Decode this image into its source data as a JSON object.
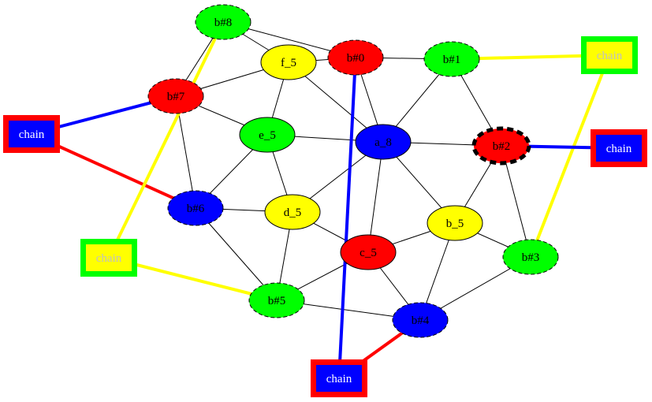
{
  "colors": {
    "green": "#00ff00",
    "red": "#ff0000",
    "yellow": "#ffff00",
    "blue": "#0000ff",
    "black": "#000000",
    "white": "#ffffff",
    "chain_text_on_yellow": "#c0c0c0"
  },
  "nodes": [
    {
      "id": "b8",
      "label": "b#8",
      "fill": "green",
      "border": "dashed"
    },
    {
      "id": "b0",
      "label": "b#0",
      "fill": "red",
      "border": "dashed"
    },
    {
      "id": "f5",
      "label": "f_5",
      "fill": "yellow",
      "border": "solid"
    },
    {
      "id": "b1",
      "label": "b#1",
      "fill": "green",
      "border": "dashed"
    },
    {
      "id": "b7",
      "label": "b#7",
      "fill": "red",
      "border": "dashed"
    },
    {
      "id": "e5",
      "label": "e_5",
      "fill": "green",
      "border": "solid"
    },
    {
      "id": "a8",
      "label": "a_8",
      "fill": "blue",
      "border": "solid"
    },
    {
      "id": "b2",
      "label": "b#2",
      "fill": "red",
      "border": "bold-dashed"
    },
    {
      "id": "b6",
      "label": "b#6",
      "fill": "blue",
      "border": "dashed"
    },
    {
      "id": "d5",
      "label": "d_5",
      "fill": "yellow",
      "border": "solid"
    },
    {
      "id": "b5n",
      "label": "b_5",
      "fill": "yellow",
      "border": "solid"
    },
    {
      "id": "c5",
      "label": "c_5",
      "fill": "red",
      "border": "solid"
    },
    {
      "id": "b3",
      "label": "b#3",
      "fill": "green",
      "border": "dashed"
    },
    {
      "id": "b5",
      "label": "b#5",
      "fill": "green",
      "border": "dashed"
    },
    {
      "id": "b4",
      "label": "b#4",
      "fill": "blue",
      "border": "dashed"
    }
  ],
  "chains": [
    {
      "id": "chain_top_right",
      "label": "chain",
      "outer": "green",
      "inner": "yellow",
      "text": "chain_text_on_yellow"
    },
    {
      "id": "chain_left",
      "label": "chain",
      "outer": "red",
      "inner": "blue",
      "text": "white"
    },
    {
      "id": "chain_right",
      "label": "chain",
      "outer": "red",
      "inner": "blue",
      "text": "white"
    },
    {
      "id": "chain_mid_left",
      "label": "chain",
      "outer": "green",
      "inner": "yellow",
      "text": "chain_text_on_yellow"
    },
    {
      "id": "chain_bottom",
      "label": "chain",
      "outer": "red",
      "inner": "blue",
      "text": "white"
    }
  ],
  "edges": [
    [
      "b8",
      "f5"
    ],
    [
      "b8",
      "b0"
    ],
    [
      "b8",
      "b7"
    ],
    [
      "f5",
      "b0"
    ],
    [
      "f5",
      "b7"
    ],
    [
      "f5",
      "e5"
    ],
    [
      "f5",
      "a8"
    ],
    [
      "b0",
      "b1"
    ],
    [
      "b0",
      "a8"
    ],
    [
      "b1",
      "a8"
    ],
    [
      "b1",
      "b2"
    ],
    [
      "b7",
      "e5"
    ],
    [
      "b7",
      "b6"
    ],
    [
      "e5",
      "a8"
    ],
    [
      "e5",
      "b6"
    ],
    [
      "e5",
      "d5"
    ],
    [
      "a8",
      "b2"
    ],
    [
      "a8",
      "d5"
    ],
    [
      "a8",
      "c5"
    ],
    [
      "a8",
      "b5n"
    ],
    [
      "b2",
      "b5n"
    ],
    [
      "b2",
      "b3"
    ],
    [
      "b6",
      "d5"
    ],
    [
      "b6",
      "b5"
    ],
    [
      "d5",
      "c5"
    ],
    [
      "d5",
      "b5"
    ],
    [
      "b5n",
      "c5"
    ],
    [
      "b5n",
      "b3"
    ],
    [
      "b5n",
      "b4"
    ],
    [
      "c5",
      "b5"
    ],
    [
      "c5",
      "b4"
    ],
    [
      "b5",
      "b4"
    ],
    [
      "b3",
      "b4"
    ]
  ],
  "chain_links": [
    {
      "from": "chain_top_right",
      "to": "b1",
      "color": "yellow"
    },
    {
      "from": "chain_top_right",
      "to": "b3",
      "color": "yellow"
    },
    {
      "from": "chain_left",
      "to": "b7",
      "color": "blue"
    },
    {
      "from": "chain_left",
      "to": "b6",
      "color": "red"
    },
    {
      "from": "chain_right",
      "to": "b2",
      "color": "blue"
    },
    {
      "from": "chain_mid_left",
      "to": "b8",
      "color": "yellow"
    },
    {
      "from": "chain_mid_left",
      "to": "b5",
      "color": "yellow"
    },
    {
      "from": "chain_bottom",
      "to": "b0",
      "color": "blue"
    },
    {
      "from": "chain_bottom",
      "to": "b4",
      "color": "red"
    }
  ]
}
